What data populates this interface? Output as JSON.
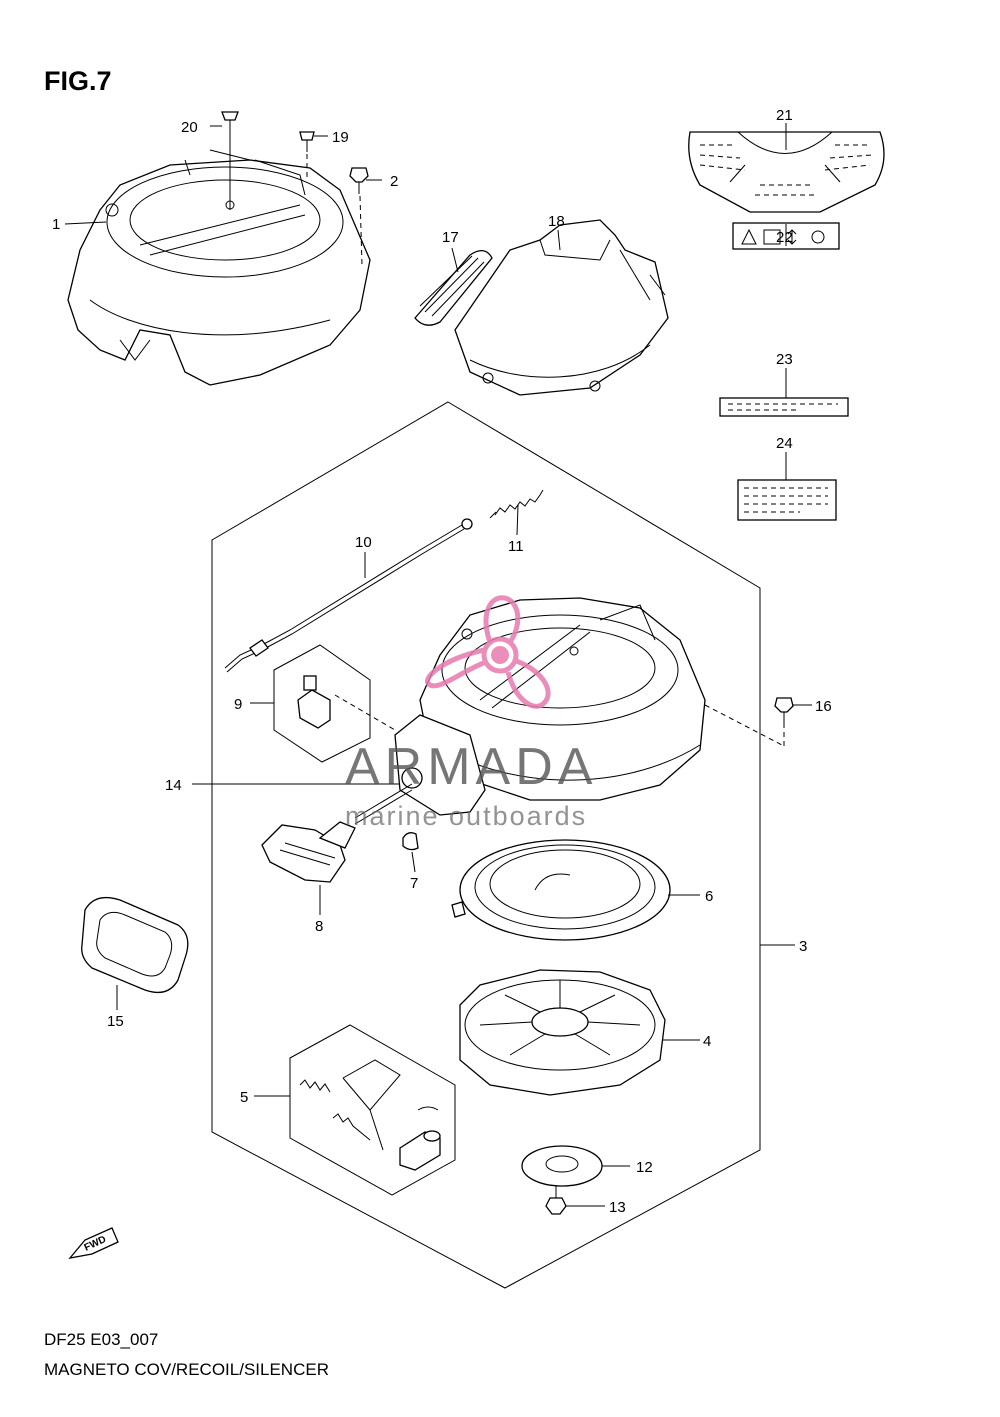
{
  "figure": {
    "title": "FIG.7",
    "model_code": "DF25 E03_007",
    "caption": "MAGNETO COV/RECOIL/SILENCER"
  },
  "watermark": {
    "brand": "ARMADA",
    "subtitle": "marine outboards",
    "logo_color": "#e87ab0"
  },
  "direction_badge": "FWD",
  "callouts": [
    "1",
    "2",
    "3",
    "4",
    "5",
    "6",
    "7",
    "8",
    "9",
    "10",
    "11",
    "12",
    "13",
    "14",
    "15",
    "16",
    "17",
    "18",
    "19",
    "20",
    "21",
    "22",
    "23",
    "24"
  ]
}
